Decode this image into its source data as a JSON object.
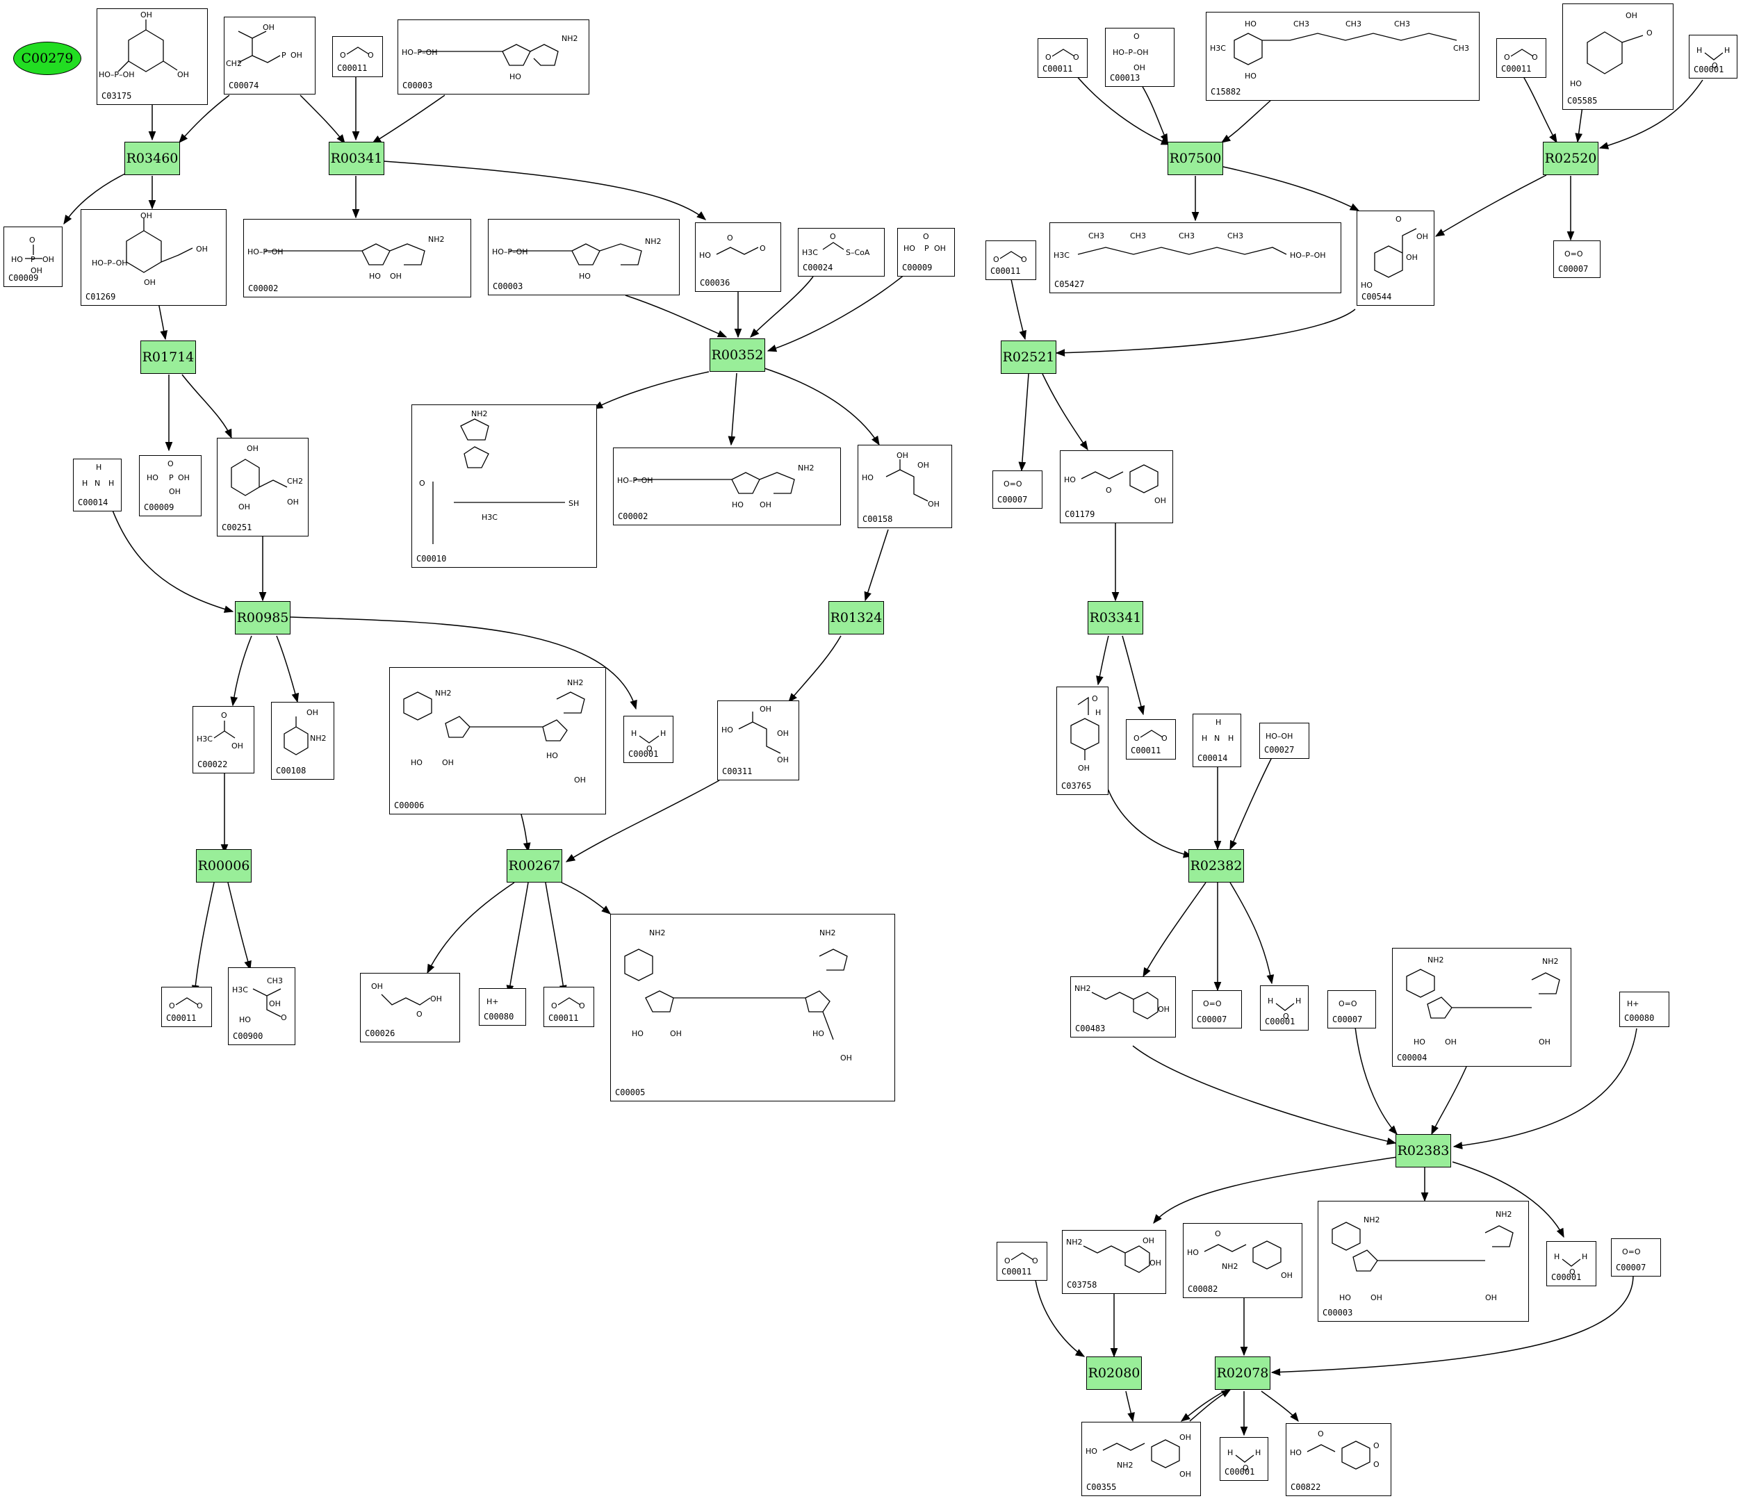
{
  "start_node": {
    "label": "C00279"
  },
  "reactions": {
    "R03460": "R03460",
    "R00341": "R00341",
    "R01714": "R01714",
    "R00352": "R00352",
    "R00985": "R00985",
    "R01324": "R01324",
    "R00006": "R00006",
    "R00267": "R00267",
    "R07500": "R07500",
    "R02520": "R02520",
    "R02521": "R02521",
    "R03341": "R03341",
    "R02382": "R02382",
    "R02383": "R02383",
    "R02080": "R02080",
    "R02078": "R02078"
  },
  "compounds": {
    "n1": "C03175",
    "n2": "C00074",
    "n3": "C00011",
    "n4": "C00003",
    "n5": "C00009",
    "n6": "C01269",
    "n7": "C00002",
    "n8": "C00003",
    "n9": "C00036",
    "n10": "C00024",
    "n11": "C00009",
    "n12": "C00014",
    "n13": "C00009",
    "n14": "C00251",
    "n15": "C00010",
    "n16": "C00002",
    "n17": "C00158",
    "n18": "C00022",
    "n19": "C00108",
    "n20": "C00006",
    "n21": "C00001",
    "n22": "C00311",
    "n23": "C00011",
    "n24": "C00900",
    "n25": "C00026",
    "n26": "C00080",
    "n27": "C00011",
    "n28": "C00005",
    "n29": "C00011",
    "n30": "C00013",
    "n31": "C15882",
    "n32": "C00011",
    "n33": "C05585",
    "n34": "C00001",
    "n35": "C05427",
    "n36": "C00544",
    "n37": "C00007",
    "n38": "C00011",
    "n39": "C00007",
    "n40": "C01179",
    "n41": "C03765",
    "n42": "C00011",
    "n43": "C00014",
    "n44": "C00027",
    "n45": "C00483",
    "n46": "C00007",
    "n47": "C00001",
    "n48": "C00007",
    "n49": "C00004",
    "n50": "C00080",
    "n51": "C00011",
    "n52": "C03758",
    "n53": "C00082",
    "n54": "C00003",
    "n55": "C00001",
    "n56": "C00007",
    "n57": "C00355",
    "n58": "C00001",
    "n59": "C00822"
  },
  "structure_labels": {
    "oh": "OH",
    "ho": "HO",
    "h": "H",
    "n": "N",
    "nh2": "NH2",
    "h3c": "H3C",
    "o2": "O=O",
    "hooh": "HO–OH",
    "hplus": "H+",
    "scoa": "S–CoA",
    "sh": "SH",
    "ch3": "CH3",
    "ch2": "CH2",
    "p": "P",
    "o": "O",
    "hohp": "HO–P–OH",
    "o_eq": "O"
  }
}
